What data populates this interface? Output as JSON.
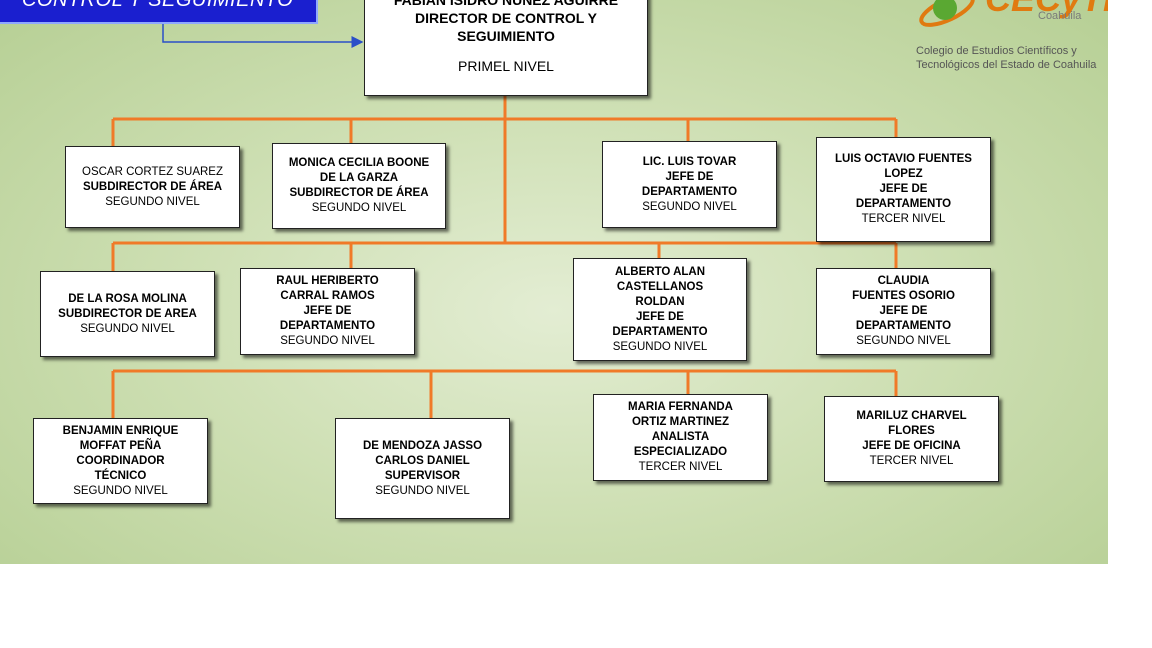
{
  "title_banner": "CONTROL Y SEGUIMIENTO",
  "logo": {
    "brand": "CECyTE",
    "region": "Coahuila",
    "caption_line1": "Colegio de Estudios Científicos y",
    "caption_line2": "Tecnológicos del Estado de Coahuila"
  },
  "colors": {
    "banner": "#1a1fcf",
    "connector": "#f07a28",
    "background": "#cfe0b5"
  },
  "top": {
    "name": "FABIAN ISIDRO NUÑEZ AGUIRRE",
    "role_line1": "DIRECTOR DE CONTROL  Y",
    "role_line2": "SEGUIMIENTO",
    "level": "PRIMEL NIVEL"
  },
  "row1": [
    {
      "l1": "OSCAR CORTEZ SUAREZ",
      "l2": "SUBDIRECTOR DE ÁREA",
      "level": "SEGUNDO NIVEL"
    },
    {
      "l1": "MONICA CECILIA BOONE",
      "l2": "DE LA GARZA",
      "l3": "SUBDIRECTOR DE ÁREA",
      "level": "SEGUNDO NIVEL"
    },
    {
      "l1": "LIC. LUIS TOVAR",
      "l2": "JEFE DE",
      "l3": "DEPARTAMENTO",
      "level": "SEGUNDO  NIVEL"
    },
    {
      "l1": "LUIS OCTAVIO FUENTES",
      "l2": "LOPEZ",
      "l3": "JEFE DE",
      "l4": "DEPARTAMENTO",
      "level": "TERCER NIVEL"
    }
  ],
  "row2": [
    {
      "l1": "DE LA ROSA MOLINA",
      "l2": "SUBDIRECTOR DE AREA",
      "level": "SEGUNDO NIVEL"
    },
    {
      "l1": "RAUL HERIBERTO",
      "l2": "CARRAL RAMOS",
      "l3": "JEFE DE",
      "l4": "DEPARTAMENTO",
      "level": "SEGUNDO NIVEL"
    },
    {
      "l1": "ALBERTO ALAN",
      "l2": "CASTELLANOS",
      "l3": "ROLDAN",
      "l4": "JEFE DE",
      "l5": "DEPARTAMENTO",
      "level": "SEGUNDO NIVEL"
    },
    {
      "l1": "CLAUDIA",
      "l2": "FUENTES OSORIO",
      "l3": "JEFE DE",
      "l4": "DEPARTAMENTO",
      "level": "SEGUNDO NIVEL"
    }
  ],
  "row3": [
    {
      "l1": "BENJAMIN ENRIQUE",
      "l2": "MOFFAT PEÑA",
      "l3": "COORDINADOR",
      "l4": "TÉCNICO",
      "level": "SEGUNDO NIVEL"
    },
    {
      "l1": "DE MENDOZA JASSO",
      "l2": "CARLOS DANIEL",
      "l3": "SUPERVISOR",
      "level": "SEGUNDO NIVEL"
    },
    {
      "l1": "MARIA FERNANDA",
      "l2": "ORTIZ MARTINEZ",
      "l3": "ANALISTA",
      "l4": "ESPECIALIZADO",
      "level": "TERCER NIVEL"
    },
    {
      "l1": "MARILUZ CHARVEL",
      "l2": "FLORES",
      "l3": "JEFE DE OFICINA",
      "level": "TERCER NIVEL"
    }
  ]
}
